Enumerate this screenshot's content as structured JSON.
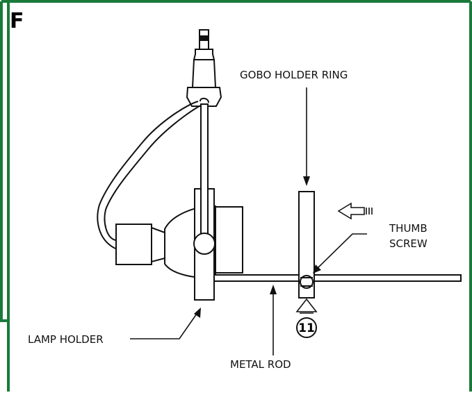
{
  "panel_letter": "F",
  "labels": {
    "gobo_holder_ring": "GOBO HOLDER RING",
    "thumb_screw_line1": "THUMB",
    "thumb_screw_line2": "SCREW",
    "lamp_holder": "LAMP HOLDER",
    "metal_rod": "METAL ROD"
  },
  "step_number": "11",
  "colors": {
    "frame": "#1a7a3a",
    "ink": "#111111",
    "fill": "#ffffff"
  },
  "icons": {
    "direction_arrow": "left-arrow-icon",
    "step_pointer": "up-arrow-icon"
  }
}
